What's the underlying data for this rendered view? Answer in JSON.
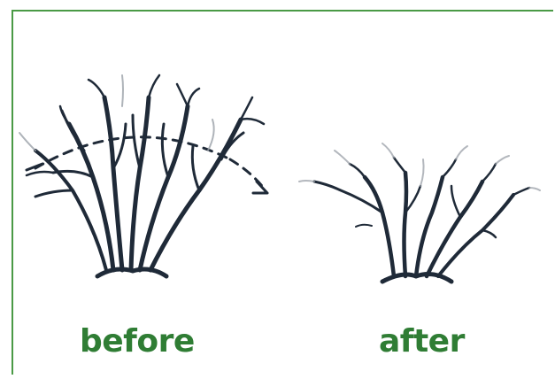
{
  "labels": {
    "before": "before",
    "after": "after"
  },
  "colors": {
    "frame": "#4a9a45",
    "label": "#2f7d34",
    "stems": "#1f2a38",
    "pruned": "#9aa0a8"
  },
  "icons": {
    "before": "unpruned-shrub-with-prune-arrow-illustration",
    "after": "pruned-shrub-illustration"
  }
}
